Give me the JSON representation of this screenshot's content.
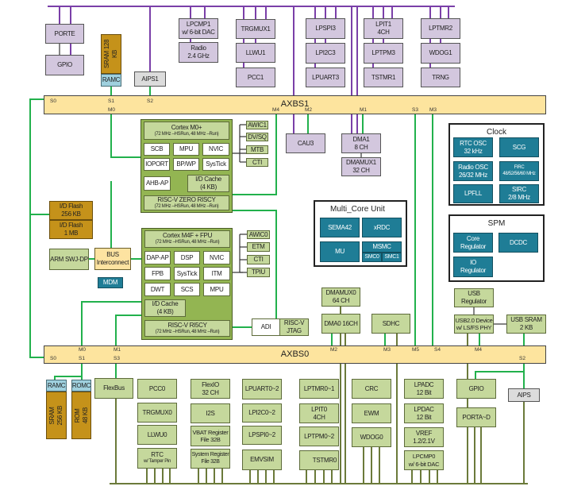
{
  "colors": {
    "peripheral_purple": "#d3c7de",
    "peripheral_green": "#c5d89c",
    "core_cluster": "#93b552",
    "teal_block": "#1f7d96",
    "memory_gold": "#c5921a",
    "controller_blue": "#9fd0de",
    "crossbar": "#fde49e",
    "bus_purple": "#7a3fa8",
    "bus_green": "#22b14c",
    "bus_olive": "#6b7a3a"
  },
  "top": {
    "porte": "PORTE",
    "gpio": "GPIO",
    "sram128": "SRAM 128 KB",
    "ramc": "RAMC",
    "aips1": "AIPS1",
    "lpcmp1": "LPCMP1\nw/ 6-bit DAC",
    "radio": "Radio\n2.4 GHz",
    "trgmux1": "TRGMUX1",
    "llwu1": "LLWU1",
    "pcc1": "PCC1",
    "lpspi3": "LPSPI3",
    "lpi2c3": "LPI2C3",
    "lpuart3": "LPUART3",
    "lpit1": "LPIT1\n4CH",
    "lptpm3": "LPTPM3",
    "tstmr1": "TSTMR1",
    "lptmr2": "LPTMR2",
    "wdog1": "WDOG1",
    "trng": "TRNG"
  },
  "axbs1": {
    "title": "AXBS1",
    "ports": {
      "s0": "S0",
      "s1": "S1",
      "s2": "S2",
      "m0": "M0",
      "m4": "M4",
      "m2": "M2",
      "m1": "M1",
      "s3": "S3",
      "m3": "M3"
    }
  },
  "m0": {
    "title": "Cortex M0+",
    "freq": "(72 MHz –HSRun, 48 MHz –Run)",
    "scb": "SCB",
    "mpu": "MPU",
    "nvic": "NVIC",
    "ioport": "IOPORT",
    "bpwp": "BP/WP",
    "systick": "SysTick",
    "ahbap": "AHB-AP",
    "cache": "I/D Cache\n(4 KB)",
    "riscv": "RISC-V ZERO RISCY",
    "riscv_freq": "(72 MHz –HSRun, 48 MHz –Run)",
    "awic1": "AWIC1",
    "dvsq": "DV/SQ",
    "mtb": "MTB",
    "cti": "CTI"
  },
  "cau3": "CAU3",
  "dma1": "DMA1\n8 CH",
  "dmamux1": "DMAMUX1\n32 CH",
  "clock": {
    "title": "Clock",
    "rtc": "RTC OSC\n32 kHz",
    "scg": "SCG",
    "radio_osc": "Radio OSC\n26/32 MHz",
    "firc": "FIRC\n48/52/56/60 MHz",
    "lpfll": "LPFLL",
    "sirc": "SIRC\n2/8 MHz"
  },
  "mcu": {
    "title": "Multi_Core Unit",
    "sema42": "SEMA42",
    "xrdc": "xRDC",
    "mu": "MU",
    "msmc": "MSMC",
    "smc0": "SMC0",
    "smc1": "SMC1"
  },
  "spm": {
    "title": "SPM",
    "core_reg": "Core\nRegulator",
    "dcdc": "DCDC",
    "io_reg": "IO\nRegulator"
  },
  "flash256": "I/D Flash\n256 KB",
  "flash1m": "I/D Flash\n1 MB",
  "swj": "ARM SWJ-DP",
  "busic": "BUS\nInterconnect",
  "mdm": "MDM",
  "m4": {
    "title": "Cortex M4F + FPU",
    "freq": "(72 MHz –HSRun, 48 MHz –Run)",
    "dapap": "DAP-AP",
    "dsp": "DSP",
    "nvic": "NVIC",
    "fpb": "FPB",
    "systick": "SysTick",
    "itm": "ITM",
    "dwt": "DWT",
    "scs": "SCS",
    "mpu": "MPU",
    "cache": "I/D Cache\n(4 KB)",
    "riscv": "RISC-V RI5CY",
    "riscv_freq": "(72 MHz –HSRun, 48 MHz –Run)",
    "awic0": "AWIC0",
    "etm": "ETM",
    "cti": "CTI",
    "tpiu": "TPIU"
  },
  "adi": "ADI",
  "jtag": "RISC-V\nJTAG",
  "dmamux0": "DMAMUX0\n64 CH",
  "dma0": "DMA0 16CH",
  "sdhc": "SDHC",
  "usbreg": "USB\nRegulator",
  "usbdev": "USB2.0 Device\nw/ LS/FS PHY",
  "usbsram": "USB SRAM\n2 KB",
  "axbs0": {
    "title": "AXBS0",
    "ports": {
      "s0": "S0",
      "s1": "S1",
      "s3": "S3",
      "m0": "M0",
      "m1": "M1",
      "m2": "M2",
      "m3": "M3",
      "m5": "M5",
      "s4": "S4",
      "m4": "M4",
      "s2": "S2"
    }
  },
  "bottom": {
    "ramc": "RAMC",
    "sram256": "SRAM\n256 KB",
    "romc": "ROMC",
    "rom48": "ROM\n48 KB",
    "flexbus": "FlexBus",
    "pcc0": "PCC0",
    "trgmux0": "TRGMUX0",
    "llwu0": "LLWU0",
    "rtc": "RTC",
    "rtc_sub": "w/ Tamper Pin",
    "flexio": "FlexIO\n32 CH",
    "i2s": "I2S",
    "vbat": "VBAT Register\nFile 32B",
    "sysreg": "System Register\nFile 32B",
    "lpuart02": "LPUART0~2",
    "lpi2c02": "LPI2C0~2",
    "lpspi02": "LPSPI0~2",
    "emvsim": "EMVSIM",
    "lptmr01": "LPTMR0~1",
    "lpit0": "LPIT0\n4CH",
    "lptpm02": "LPTPM0~2",
    "tstmr0": "TSTMR0",
    "crc": "CRC",
    "ewm": "EWM",
    "wdog0": "WDOG0",
    "lpadc": "LPADC\n12 Bit",
    "lpdac": "LPDAC\n12 Bit",
    "vref": "VREF\n1.2/2.1V",
    "lpcmp0": "LPCMP0\nw/ 6-bit DAC",
    "gpio": "GPIO",
    "portad": "PORTA~D",
    "aips": "AIPS"
  }
}
